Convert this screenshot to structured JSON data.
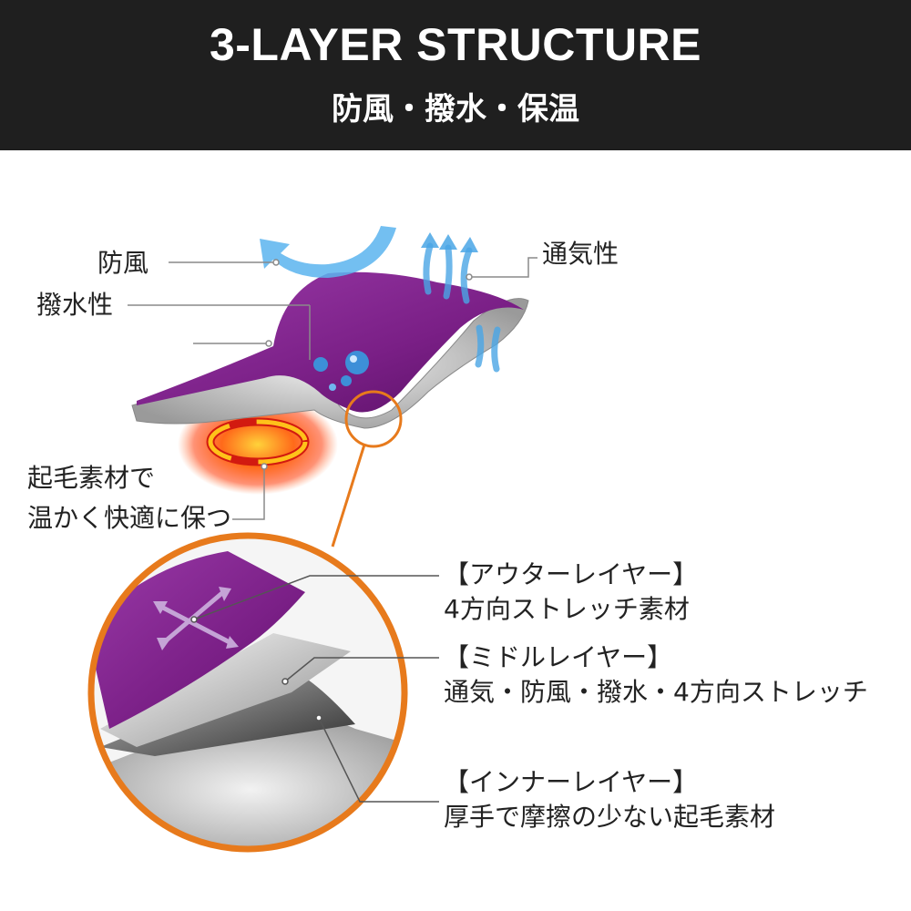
{
  "header": {
    "title": "3-LAYER STRUCTURE",
    "subtitle": "防風・撥水・保温"
  },
  "callouts": {
    "windproof": "防風",
    "water_repellent": "撥水性",
    "breathable": "通気性",
    "warmth_line1": "起毛素材で",
    "warmth_line2": "温かく快適に保つ"
  },
  "layers": [
    {
      "heading": "【アウターレイヤー】",
      "desc": "4方向ストレッチ素材"
    },
    {
      "heading": "【ミドルレイヤー】",
      "desc": "通気・防風・撥水・4方向ストレッチ"
    },
    {
      "heading": "【インナーレイヤー】",
      "desc": "厚手で摩擦の少ない起毛素材"
    }
  ],
  "colors": {
    "header_bg": "#1f1f1f",
    "fabric_purple": "#7a1f86",
    "zoom_ring": "#e77a1c",
    "air_blue": "#4aa6e6",
    "heat": "#ff5a1f"
  },
  "icons": [
    "wind-arrow-icon",
    "air-flow-arrows-icon",
    "water-droplet-icon",
    "heat-circulation-icon",
    "stretch-arrows-icon"
  ]
}
